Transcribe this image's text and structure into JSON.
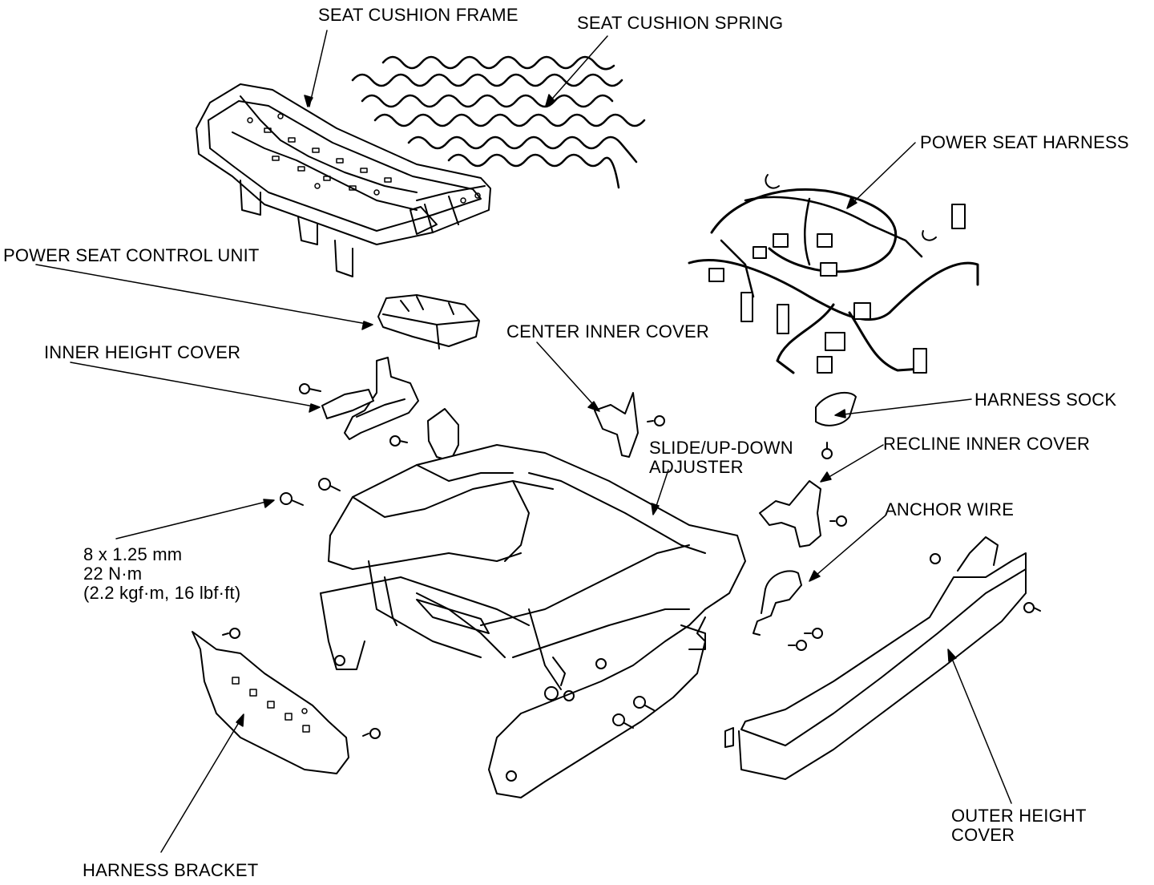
{
  "labels": {
    "seat_cushion_frame": "SEAT CUSHION FRAME",
    "seat_cushion_spring": "SEAT CUSHION SPRING",
    "power_seat_harness": "POWER SEAT HARNESS",
    "power_seat_control_unit": "POWER SEAT CONTROL UNIT",
    "inner_height_cover": "INNER HEIGHT COVER",
    "center_inner_cover": "CENTER INNER COVER",
    "harness_sock": "HARNESS SOCK",
    "slide_adjuster_line1": "SLIDE/UP-DOWN",
    "slide_adjuster_line2": "ADJUSTER",
    "recline_inner_cover": "RECLINE INNER COVER",
    "anchor_wire": "ANCHOR WIRE",
    "bolt_spec_line1": "8 x 1.25 mm",
    "bolt_spec_line2": "22 N·m",
    "bolt_spec_line3": "(2.2 kgf·m, 16 lbf·ft)",
    "harness_bracket": "HARNESS BRACKET",
    "outer_height_cover_line1": "OUTER HEIGHT",
    "outer_height_cover_line2": "COVER"
  }
}
